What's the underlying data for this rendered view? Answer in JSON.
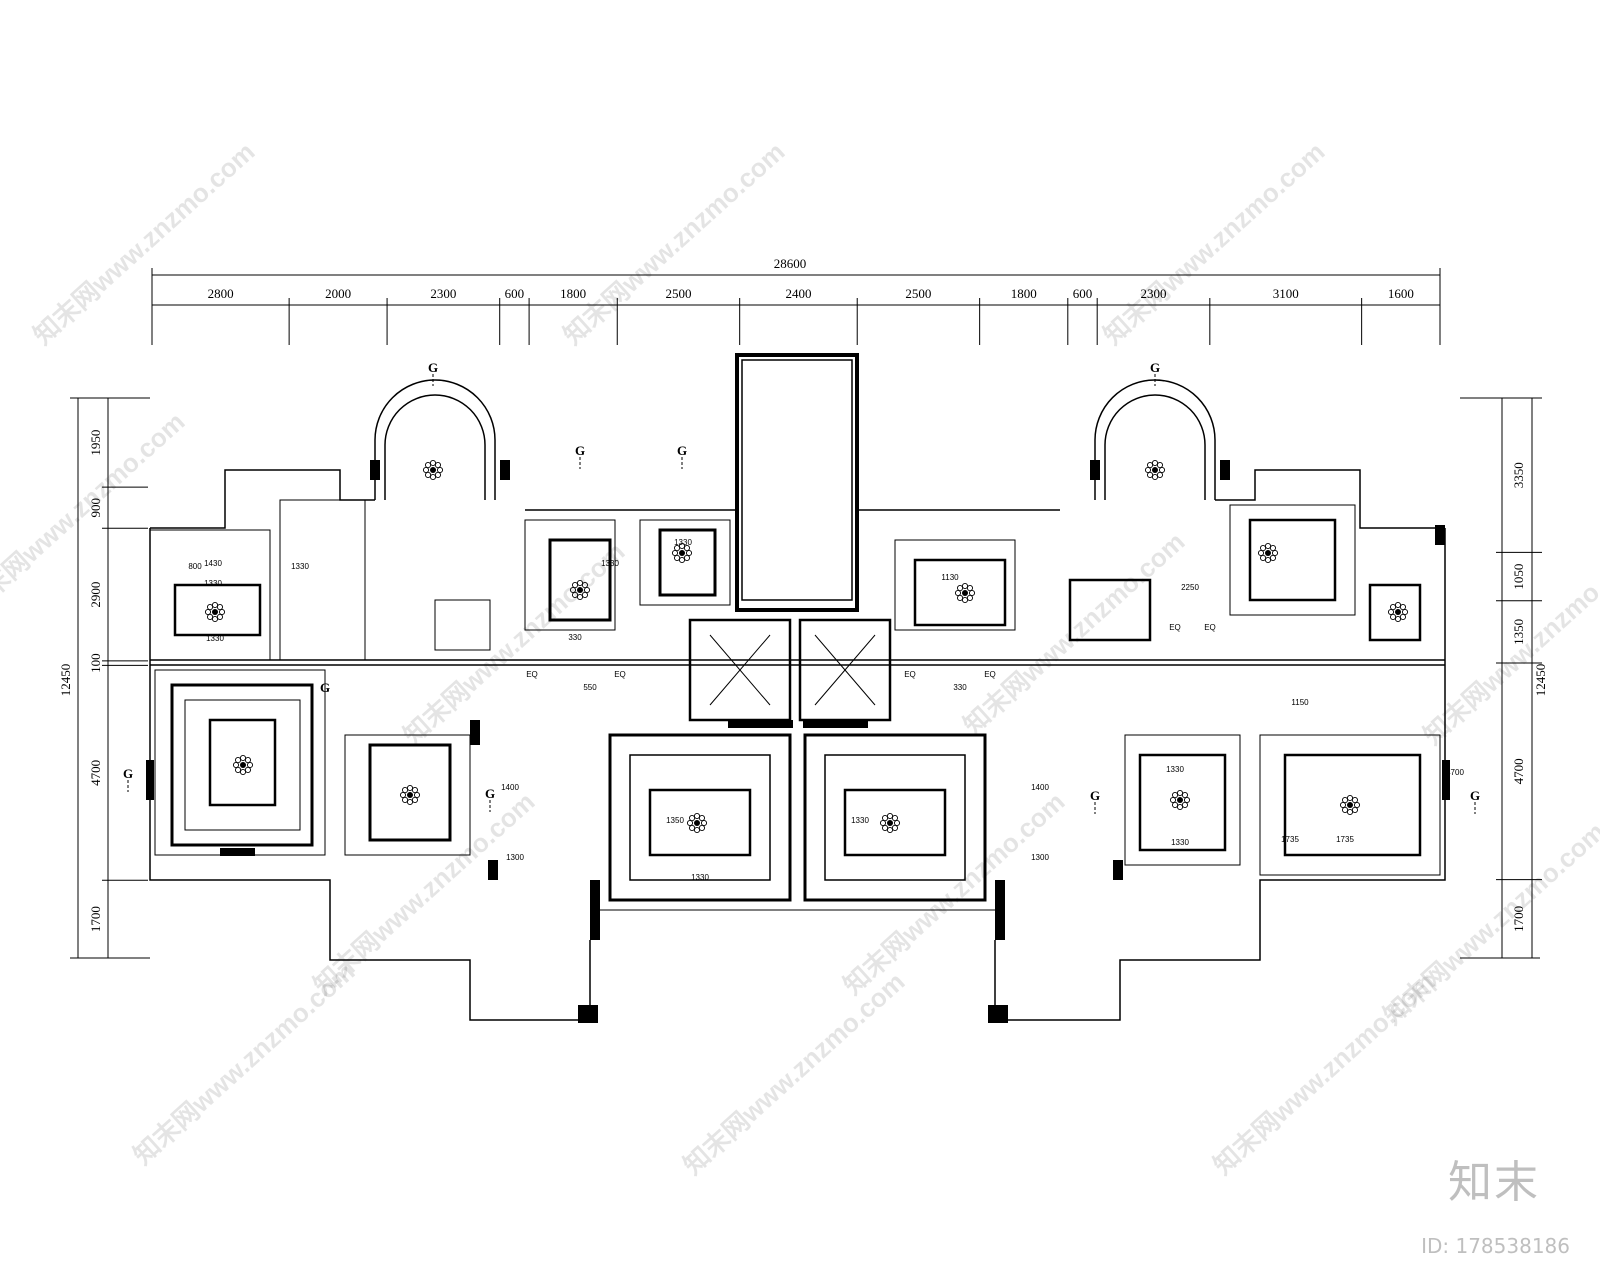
{
  "drawing": {
    "overall_width_label": "28600",
    "top_segments": [
      "2800",
      "2000",
      "2300",
      "600",
      "1800",
      "2500",
      "2400",
      "2500",
      "1800",
      "600",
      "2300",
      "3100",
      "1600"
    ],
    "left_height_total": "12450",
    "left_segments": [
      "1950",
      "900",
      "2900",
      "100",
      "4700",
      "1700"
    ],
    "right_height_total": "12450",
    "right_segments": [
      "3350",
      "1050",
      "1350",
      "4700",
      "1700"
    ],
    "room_dims": [
      "1330",
      "800",
      "1430",
      "1330",
      "1330",
      "1330",
      "330",
      "550",
      "1330",
      "1130",
      "330",
      "1350",
      "1330",
      "1330",
      "2250",
      "1330",
      "1330",
      "1735",
      "1735",
      "1150",
      "4700",
      "1400",
      "1300",
      "1400",
      "1300"
    ],
    "eq_label": "EQ",
    "section_mark": "G"
  },
  "watermarks": {
    "repeat_text": "知末网www.znzmo.com"
  },
  "branding": {
    "logo": "知末",
    "id_label": "ID: 178538186"
  }
}
